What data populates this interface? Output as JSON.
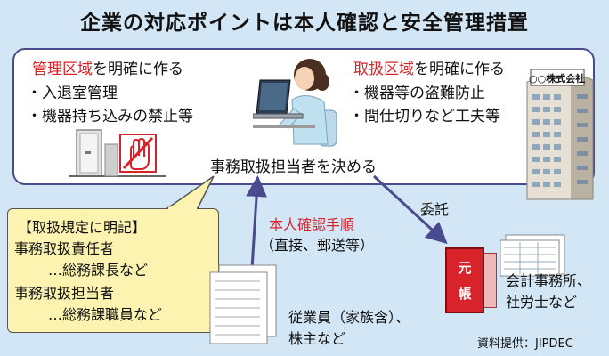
{
  "title": "企業の対応ポイントは本人確認と安全管理措置",
  "left_panel": {
    "heading_red": "管理区域",
    "heading_rest": "を明確に作る",
    "items": [
      "・入退室管理",
      "・機器持ち込みの禁止等"
    ]
  },
  "right_panel": {
    "heading_red": "取扱区域",
    "heading_rest": "を明確に作る",
    "items": [
      "・機器等の盗難防止",
      "・間仕切りなど工夫等"
    ]
  },
  "center_label": "事務取扱担当者を決める",
  "company_sign": "○○株式会社",
  "callout": {
    "heading": "【取扱規定に明記】",
    "lines": [
      "事務取扱責任者",
      "…総務課長など",
      "事務取扱担当者",
      "…総務課職員など"
    ]
  },
  "verify": {
    "title": "本人確認手順",
    "subtitle": "（直接、郵送等）"
  },
  "employees": [
    "従業員（家族含）、",
    "株主など"
  ],
  "outsource": {
    "label": "委託",
    "targets": [
      "会計事務所、",
      "社労士など"
    ]
  },
  "ledger": [
    "元",
    "帳"
  ],
  "source": "資料提供：JIPDEC",
  "colors": {
    "accent_red": "#d8232a",
    "navy": "#4a4a8e",
    "background": "#d3e6f5",
    "callout": "#fcf3b0"
  }
}
